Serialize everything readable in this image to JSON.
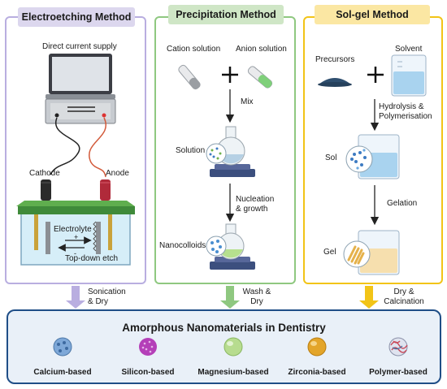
{
  "methods": {
    "electroetching": {
      "title": "Electroetching Method",
      "power_label": "Direct current supply",
      "cathode": "Cathode",
      "anode": "Anode",
      "electrolyte": "Electrolyte",
      "plus": "+",
      "minus": "-",
      "topdown": "Top-down etch",
      "transition": "Sonication\n& Dry"
    },
    "precipitation": {
      "title": "Precipitation Method",
      "cation": "Cation solution",
      "anion": "Anion solution",
      "step1": "Mix",
      "solution": "Solution",
      "step2": "Nucleation\n& growth",
      "nanocolloids": "Nanocolloids",
      "transition": "Wash &\nDry"
    },
    "solgel": {
      "title": "Sol-gel Method",
      "precursors": "Precursors",
      "solvent": "Solvent",
      "step1": "Hydrolysis &\nPolymerisation",
      "sol": "Sol",
      "step2": "Gelation",
      "gel": "Gel",
      "transition": "Dry &\nCalcination"
    }
  },
  "bottom": {
    "title": "Amorphous Nanomaterials in Dentistry",
    "materials": [
      {
        "label": "Calcium-based",
        "color": "#7ea8d8",
        "icon": "calcium-sphere-icon"
      },
      {
        "label": "Silicon-based",
        "color": "#b43fb8",
        "icon": "silicon-sphere-icon"
      },
      {
        "label": "Magnesium-based",
        "color": "#b7dc8f",
        "icon": "magnesium-sphere-icon"
      },
      {
        "label": "Zirconia-based",
        "color": "#e3a52a",
        "icon": "zirconia-sphere-icon"
      },
      {
        "label": "Polymer-based",
        "color": "#c94a5a",
        "icon": "polymer-sphere-icon"
      }
    ]
  },
  "colors": {
    "electroetching": "#b9aee0",
    "precipitation": "#8fc880",
    "solgel": "#f2c417",
    "bottom_border": "#1f4e87"
  }
}
